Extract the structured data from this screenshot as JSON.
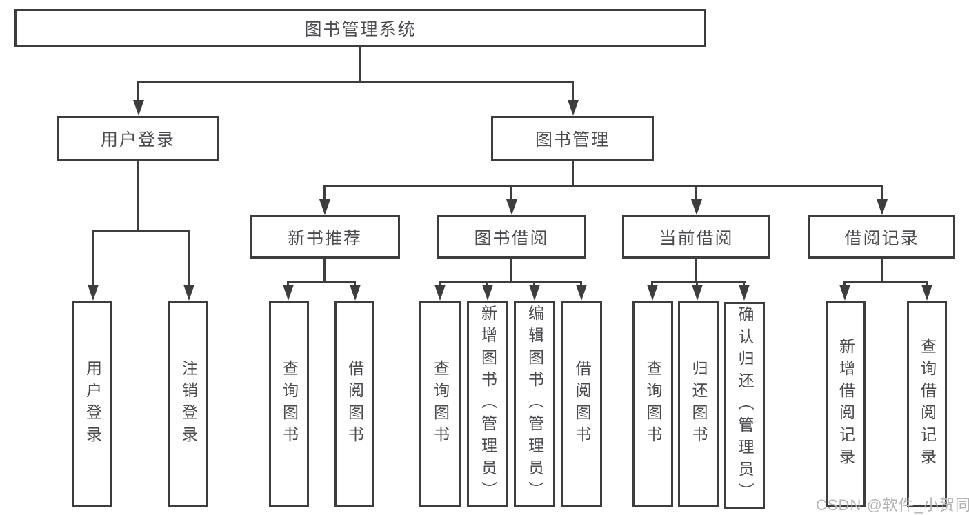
{
  "diagram": {
    "root": {
      "label": "图书管理系统",
      "children": [
        {
          "label": "用户登录",
          "children": [
            {
              "label": "用户登录"
            },
            {
              "label": "注销登录"
            }
          ]
        },
        {
          "label": "图书管理",
          "children": [
            {
              "label": "新书推荐",
              "children": [
                {
                  "label": "查询图书"
                },
                {
                  "label": "借阅图书"
                }
              ]
            },
            {
              "label": "图书借阅",
              "children": [
                {
                  "label": "查询图书"
                },
                {
                  "label": "新增图书（管理员）"
                },
                {
                  "label": "编辑图书（管理员）"
                },
                {
                  "label": "借阅图书"
                }
              ]
            },
            {
              "label": "当前借阅",
              "children": [
                {
                  "label": "查询图书"
                },
                {
                  "label": "归还图书"
                },
                {
                  "label": "确认归还（管理员）"
                }
              ]
            },
            {
              "label": "借阅记录",
              "children": [
                {
                  "label": "新增借阅记录"
                },
                {
                  "label": "查询借阅记录"
                }
              ]
            }
          ]
        }
      ]
    }
  },
  "watermark": {
    "text": "CSDN @软件_小贺同学"
  },
  "colors": {
    "line": "#3d3d40",
    "text": "#4b4b4f",
    "watermark": "#b3b3b3",
    "background": "#ffffff"
  }
}
